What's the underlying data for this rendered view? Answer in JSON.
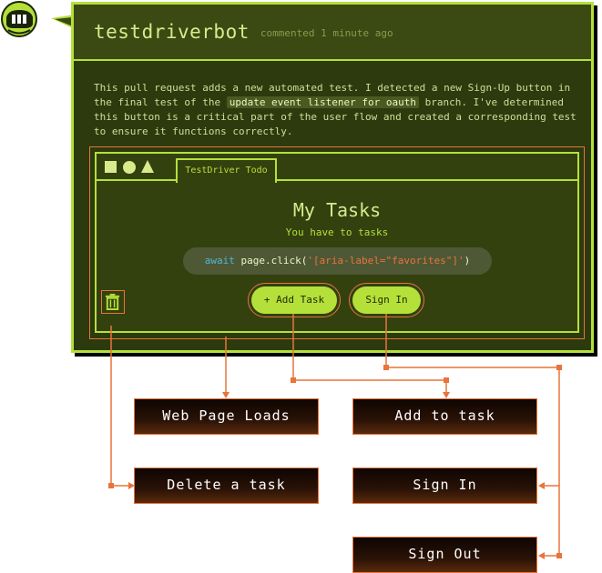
{
  "comment": {
    "username": "testdriverbot",
    "meta": "commented 1 minute ago",
    "body_before": "This pull request adds a new automated test. I detected a new Sign-Up button in the final test of the ",
    "body_code": "update event listener for oauth",
    "body_after": " branch. I've determined this button is a critical part of the user flow and created a corresponding test to ensure it functions correctly."
  },
  "app": {
    "tab_label": "TestDriver Todo",
    "title": "My Tasks",
    "subtitle": "You have to tasks",
    "code_keyword": "await",
    "code_call": " page.click(",
    "code_string": "'[aria-label=\"favorites\"]'",
    "code_close": ")",
    "add_task_label": "+ Add Task",
    "sign_in_label": "Sign In"
  },
  "flow": {
    "web_page_loads": "Web Page Loads",
    "add_to_task": "Add to task",
    "delete_a_task": "Delete a task",
    "sign_in": "Sign In",
    "sign_out": "Sign Out"
  },
  "colors": {
    "card_bg": "#2c3a0e",
    "accent_green": "#b5e03a",
    "connector_orange": "#e8743a"
  },
  "icons": [
    "helmet-avatar-icon",
    "square-icon",
    "circle-icon",
    "triangle-icon",
    "trash-icon"
  ]
}
